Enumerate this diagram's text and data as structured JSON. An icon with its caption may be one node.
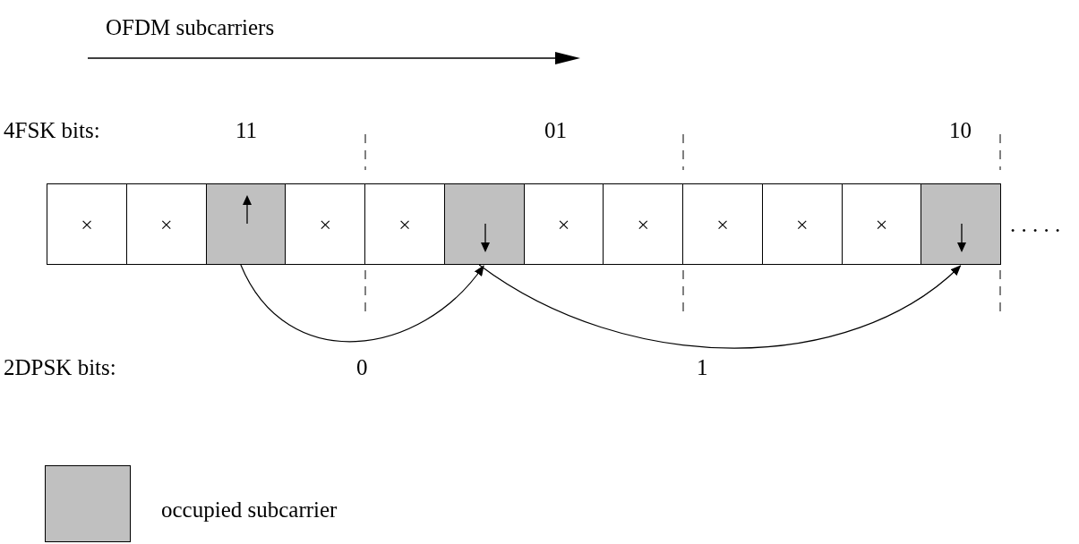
{
  "diagram": {
    "nodes": [
      {
        "text": [
          "×"
        ]
      },
      {
        "text": [
          "×"
        ]
      },
      {
        "text": [],
        "shape": "box"
      },
      {
        "text": [
          "×"
        ]
      },
      {
        "text": [
          "×"
        ]
      },
      {
        "text": [],
        "shape": "box"
      },
      {
        "text": [
          "×"
        ]
      },
      {
        "text": [
          "×"
        ]
      },
      {
        "text": [
          "×"
        ]
      },
      {
        "text": [
          "×"
        ]
      },
      {
        "text": [
          "×"
        ]
      },
      {
        "text": [],
        "shape": "box"
      }
    ],
    "edges": [
      {
        "from": 2,
        "to": 5,
        "arrow": "to"
      },
      {
        "from": 5,
        "to": 11,
        "arrow": "to"
      }
    ],
    "labels": [
      "OFDM subcarriers",
      "4FSK bits:",
      "11",
      "01",
      "10",
      ". . . . .",
      "2DPSK bits:",
      "0",
      "1"
    ],
    "legend": [
      {
        "text": "occupied subcarrier",
        "color": "#c0c0c0"
      }
    ]
  }
}
